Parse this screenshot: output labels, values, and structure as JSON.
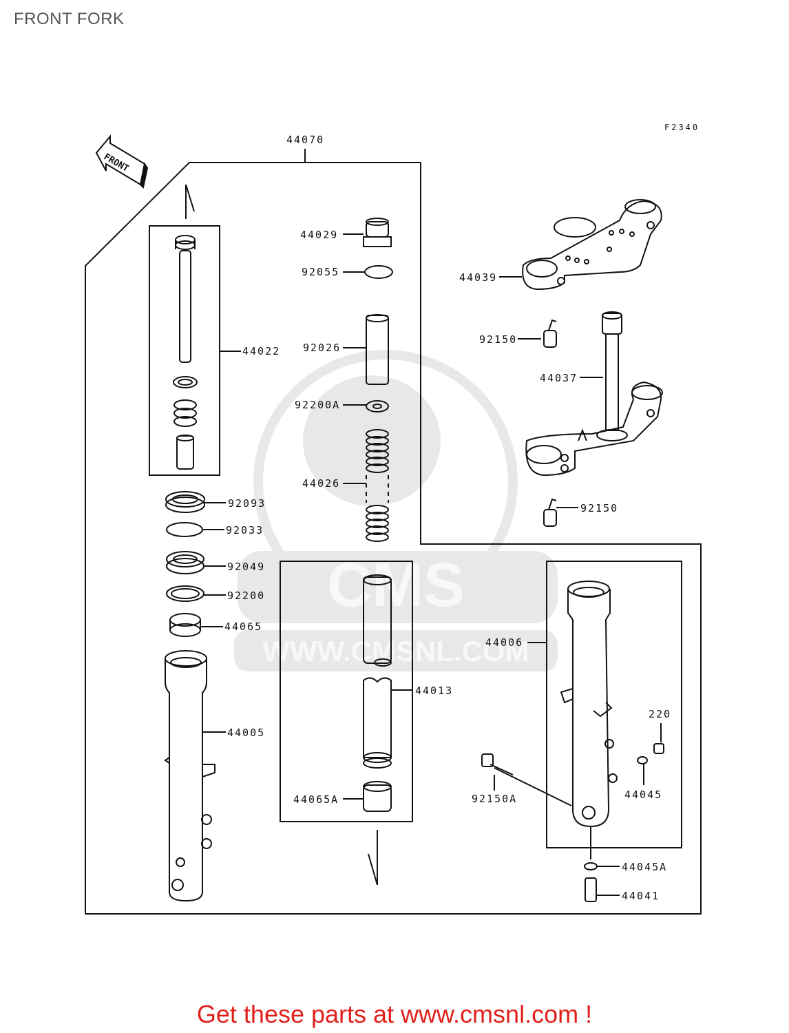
{
  "title": "FRONT FORK",
  "figure_code": "F2340",
  "direction_label": "FRONT",
  "watermark": {
    "brand": "CMS",
    "url": "WWW.CMSNL.COM"
  },
  "parts": {
    "p44070": "44070",
    "p44029": "44029",
    "p92055": "92055",
    "p92026": "92026",
    "p92200A": "92200A",
    "p44026": "44026",
    "p44022": "44022",
    "p92093": "92093",
    "p92033": "92033",
    "p92049": "92049",
    "p92200": "92200",
    "p44065": "44065",
    "p44005": "44005",
    "p44013": "44013",
    "p44065A": "44065A",
    "p44039": "44039",
    "p92150_top": "92150",
    "p44037": "44037",
    "p92150_bottom": "92150",
    "p44006": "44006",
    "p220": "220",
    "p44045": "44045",
    "p92150A": "92150A",
    "p44045A": "44045A",
    "p44041": "44041"
  },
  "cta": "Get these parts at www.cmsnl.com !"
}
